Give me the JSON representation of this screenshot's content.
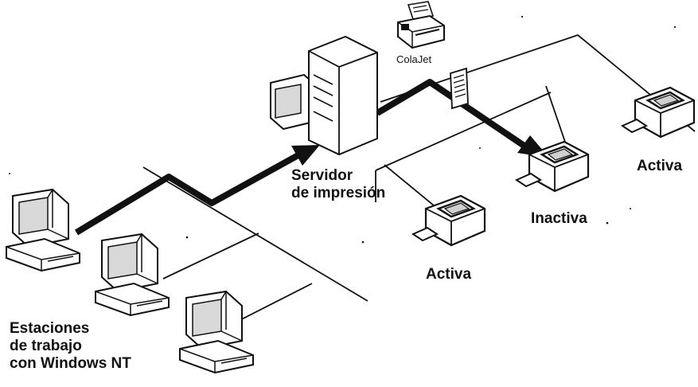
{
  "labels": {
    "workstations": [
      "Estaciones",
      "de trabajo",
      "con Windows NT"
    ],
    "server": [
      "Servidor",
      "de impresión"
    ],
    "queue": "ColaJet",
    "printer_left": "Activa",
    "printer_center": "Inactiva",
    "printer_right": "Activa"
  },
  "icons": {
    "workstation": "desktop-computer-icon",
    "server": "print-server-icon",
    "queue": "fax-printer-icon",
    "document": "document-icon",
    "printer": "laser-printer-icon"
  },
  "colors": {
    "ink": "#111111",
    "background": "#ffffff",
    "screen": "#d9d9d9"
  }
}
